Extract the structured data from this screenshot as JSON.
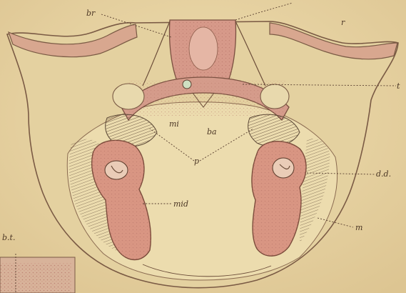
{
  "plate": {
    "labels": {
      "top_left": "br",
      "top_right": "r",
      "right_upper": "t",
      "center_left": "mi",
      "center_mid": "ba",
      "center_bottom": "p",
      "right_mid": "d.d.",
      "center_bottom_mid": "mid",
      "right_lower": "m",
      "bottom_left_corner": "b.t."
    },
    "colors": {
      "paper": "#ead7a6",
      "bone": "#e5d3a3",
      "tissue": "#d9a08e",
      "ink": "#6b4c38"
    }
  }
}
